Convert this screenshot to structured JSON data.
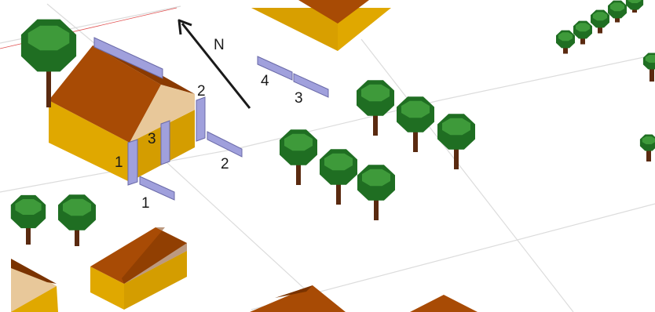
{
  "north_label": "N",
  "labels": {
    "front_left_1": "1",
    "ground_1": "1",
    "gable_3": "3",
    "gable_2": "2",
    "ground_2": "2",
    "far_4": "4",
    "far_3": "3"
  },
  "colors": {
    "wall": "#e0a800",
    "wall_shade": "#c88f00",
    "roof": "#a84b05",
    "roof_dark": "#7a3300",
    "gable": "#e8c89a",
    "panel": "#a0a0dc",
    "panel_stroke": "#6a6aa8",
    "tree_light": "#3e9a3a",
    "tree_dark": "#1f6e22",
    "trunk": "#5a2a10",
    "ground_line": "#dcdcdc"
  }
}
